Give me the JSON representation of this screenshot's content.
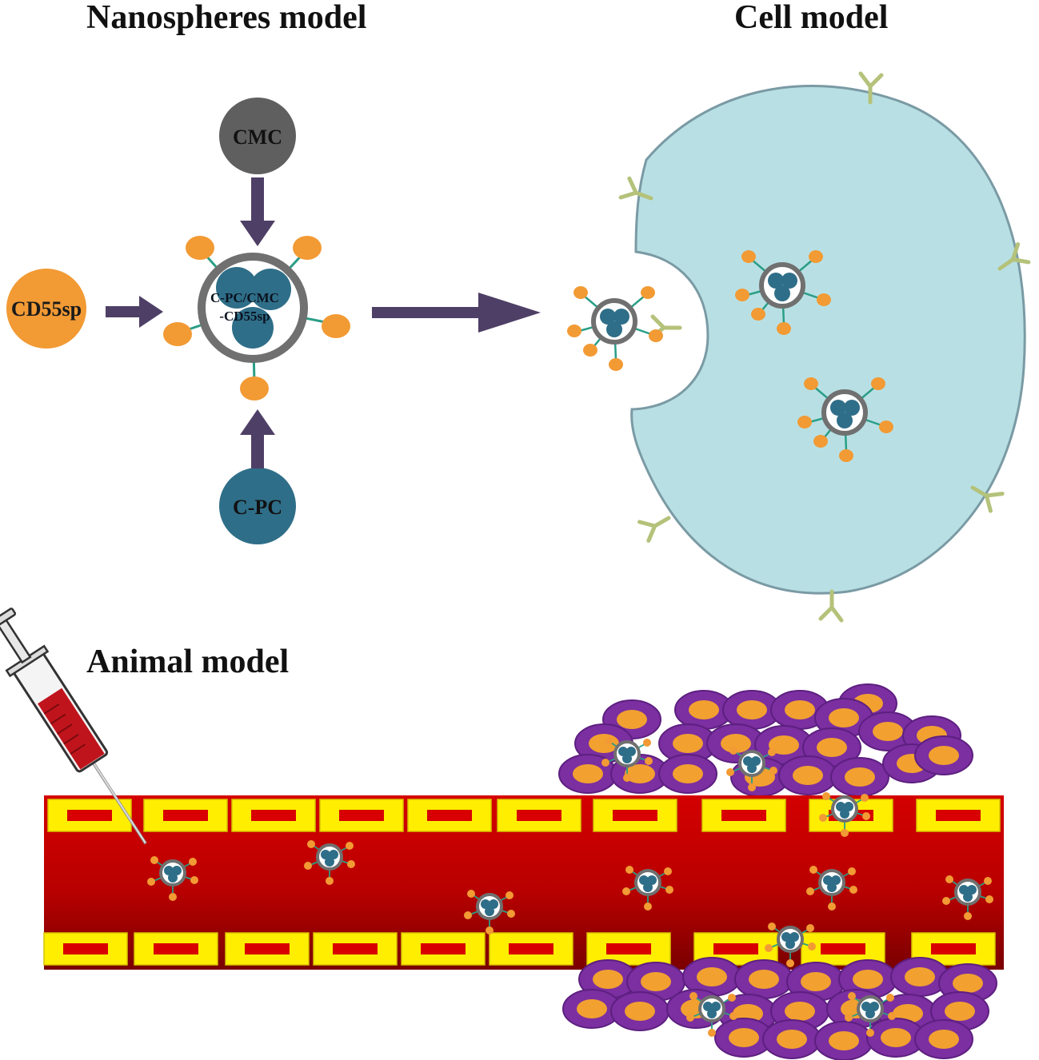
{
  "sections": {
    "nanospheres_title": "Nanospheres model",
    "cell_title": "Cell model",
    "animal_title": "Animal model"
  },
  "components": {
    "cmc": "CMC",
    "cd55sp": "CD55sp",
    "cpc": "C-PC"
  },
  "nanosphere": {
    "label_line1": "C-PC/CMC",
    "label_line2": "-CD55sp"
  },
  "colors": {
    "cmc": "#5f5f5f",
    "cd55sp": "#f29a34",
    "cpc": "#2f6e88",
    "arrow": "#4e3f66",
    "shell": "#707070",
    "linker": "#2a9e86",
    "cell_fill": "#b8e0e4",
    "cell_stroke": "#7a9aa4",
    "receptor": "#b4c27a",
    "vessel_red": "#c40000",
    "vessel_dark": "#7a0000",
    "endothelium": "#ffee00",
    "tumor_purple": "#7b2fa0",
    "tumor_nucleus": "#f2a030"
  }
}
